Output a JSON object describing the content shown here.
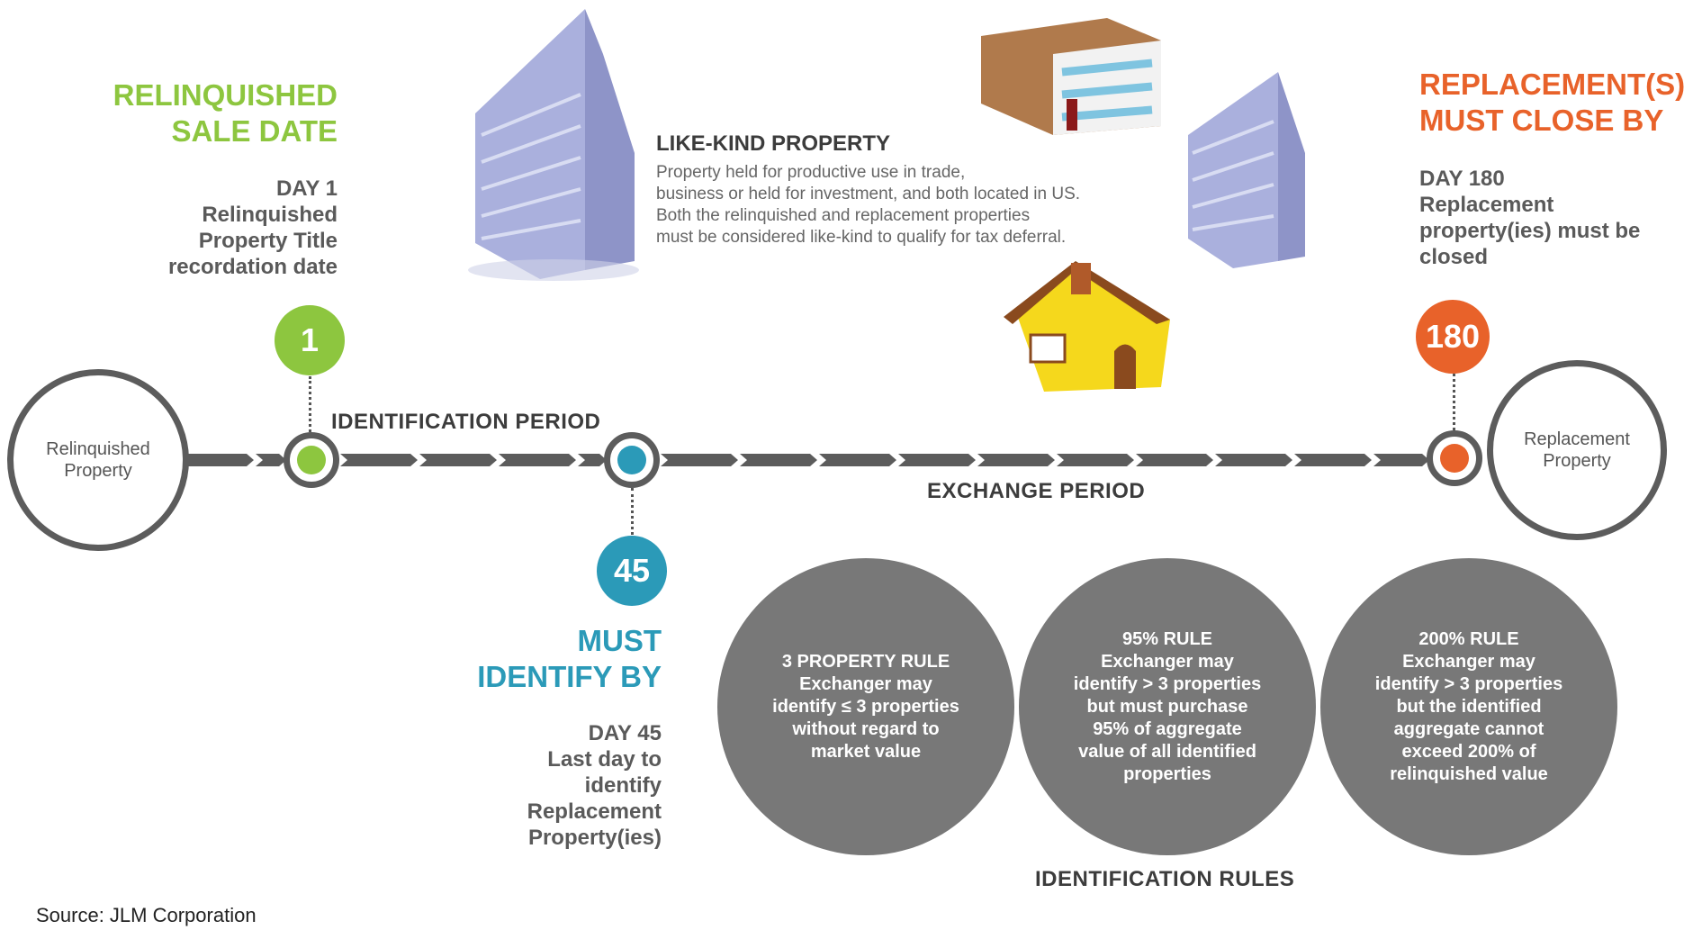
{
  "start": {
    "title_line1": "RELINQUISHED",
    "title_line2": "SALE DATE",
    "day": "DAY 1",
    "desc_lines": [
      "Relinquished",
      "Property Title",
      "recordation date"
    ],
    "badge": "1",
    "color": "#8dc63f"
  },
  "middle": {
    "title_line1": "MUST",
    "title_line2": "IDENTIFY BY",
    "day": "DAY 45",
    "desc_lines": [
      "Last day to",
      "identify",
      "Replacement",
      "Property(ies)"
    ],
    "badge": "45",
    "color": "#2b9ab8"
  },
  "end": {
    "title_line1": "REPLACEMENT(S)",
    "title_line2": "MUST CLOSE BY",
    "day": "DAY 180",
    "desc_lines": [
      "Replacement",
      "property(ies) must be",
      "closed"
    ],
    "badge": "180",
    "color": "#e8622a"
  },
  "circles": {
    "left_line1": "Relinquished",
    "left_line2": "Property",
    "right_line1": "Replacement",
    "right_line2": "Property"
  },
  "periods": {
    "identification": "IDENTIFICATION PERIOD",
    "exchange": "EXCHANGE PERIOD"
  },
  "like_kind": {
    "title": "LIKE-KIND PROPERTY",
    "lines": [
      "Property held for productive use in trade,",
      "business or held for investment, and both located in US.",
      "Both the relinquished and replacement properties",
      "must be considered like-kind to qualify for tax deferral."
    ]
  },
  "rules": [
    {
      "lines": [
        "3 PROPERTY RULE",
        "Exchanger may",
        "identify ≤ 3 properties",
        "without regard to",
        "market value"
      ]
    },
    {
      "lines": [
        "95% RULE",
        "Exchanger may",
        "identify > 3 properties",
        "but  must purchase",
        "95% of aggregate",
        "value of all  identified",
        "properties"
      ]
    },
    {
      "lines": [
        "200% RULE",
        "Exchanger may",
        "identify > 3 properties",
        "but the identified",
        "aggregate cannot",
        "exceed 200% of",
        "relinquished value"
      ]
    }
  ],
  "rules_label": "IDENTIFICATION RULES",
  "source": "Source: JLM Corporation",
  "colors": {
    "grey": "#5c5c5c",
    "rule_fill": "#787878"
  }
}
